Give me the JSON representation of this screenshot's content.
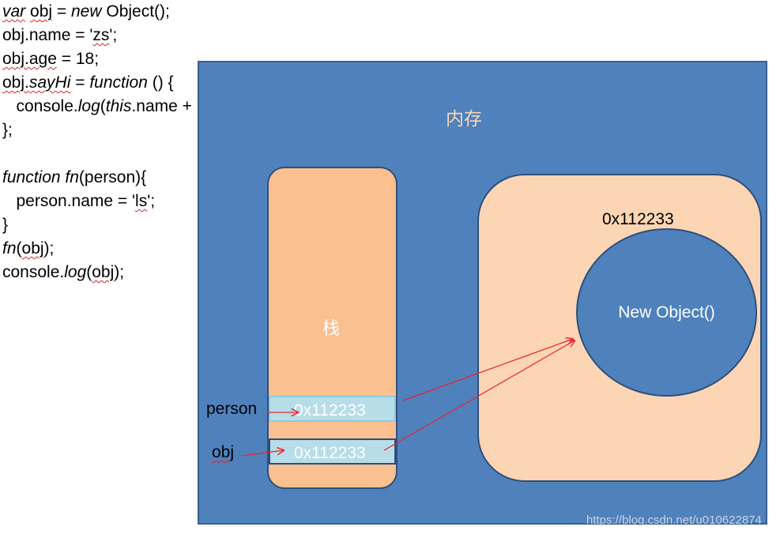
{
  "code_lines": [
    [
      {
        "t": "var",
        "kw": true,
        "sq": true
      },
      {
        "t": " "
      },
      {
        "t": "obj",
        "sq": true
      },
      {
        "t": " = "
      },
      {
        "t": "new",
        "kw": true
      },
      {
        "t": " Object();"
      }
    ],
    [
      {
        "t": "obj.name = '"
      },
      {
        "t": "zs",
        "sq": true
      },
      {
        "t": "';"
      }
    ],
    [
      {
        "t": "obj.age",
        "sq": true
      },
      {
        "t": " = 18;"
      }
    ],
    [
      {
        "t": "obj.",
        "sq": true
      },
      {
        "t": "sayHi",
        "kw": true,
        "sq": true
      },
      {
        "t": " = "
      },
      {
        "t": "function",
        "kw": true
      },
      {
        "t": " () {"
      }
    ],
    [
      {
        "t": "   console."
      },
      {
        "t": "log",
        "kw": true
      },
      {
        "t": "("
      },
      {
        "t": "this",
        "kw": true
      },
      {
        "t": ".name + '哈喽');"
      }
    ],
    [
      {
        "t": "};"
      }
    ],
    [
      {
        "t": ""
      }
    ],
    [
      {
        "t": "function",
        "kw": true
      },
      {
        "t": " "
      },
      {
        "t": "fn",
        "kw": true
      },
      {
        "t": "(person){"
      }
    ],
    [
      {
        "t": "   person.name = '"
      },
      {
        "t": "ls",
        "sq": true
      },
      {
        "t": "';"
      }
    ],
    [
      {
        "t": "}"
      }
    ],
    [
      {
        "t": "fn",
        "kw": true
      },
      {
        "t": "("
      },
      {
        "t": "obj",
        "sq": true
      },
      {
        "t": ");"
      }
    ],
    [
      {
        "t": "console."
      },
      {
        "t": "log",
        "kw": true
      },
      {
        "t": "("
      },
      {
        "t": "obj",
        "sq": true
      },
      {
        "t": ");"
      }
    ]
  ],
  "memory": {
    "title": "内存",
    "stack": {
      "title": "栈",
      "person_slot": "0x112233",
      "obj_slot": "0x112233"
    },
    "heap": {
      "address": "0x112233",
      "object_label": "New Object()"
    }
  },
  "labels": {
    "person": "person",
    "obj": "obj"
  },
  "watermark": "https://blog.csdn.net/u010622874",
  "colors": {
    "memory_bg": "#4f81bd",
    "stack_bg": "#fac090",
    "heap_bg": "#fcd5b4",
    "slot_bg": "#b7dde8",
    "arrow": "#e8242a",
    "title_text": "#fbd5b5"
  }
}
